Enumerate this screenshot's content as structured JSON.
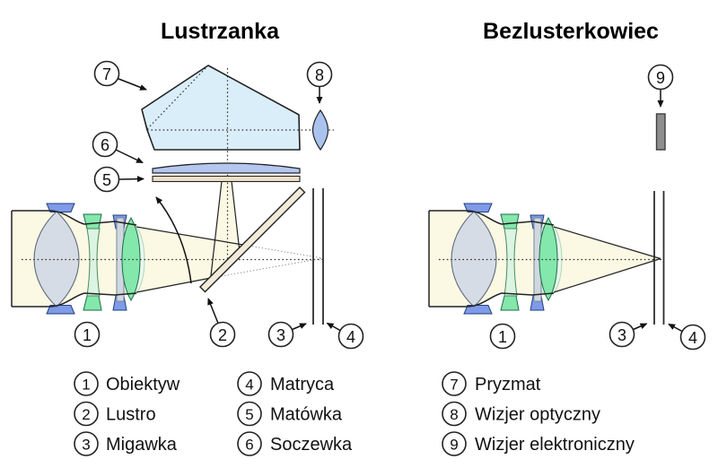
{
  "titles": {
    "left": "Lustrzanka",
    "right": "Bezlusterkowiec"
  },
  "callout_numbers": {
    "n1": "1",
    "n2": "2",
    "n3": "3",
    "n4": "4",
    "n5": "5",
    "n6": "6",
    "n7": "7",
    "n8": "8",
    "n9": "9"
  },
  "legend": {
    "items": [
      {
        "num": "1",
        "label": "Obiektyw"
      },
      {
        "num": "2",
        "label": "Lustro"
      },
      {
        "num": "3",
        "label": "Migawka"
      },
      {
        "num": "4",
        "label": "Matryca"
      },
      {
        "num": "5",
        "label": "Matówka"
      },
      {
        "num": "6",
        "label": "Soczewka"
      },
      {
        "num": "7",
        "label": "Pryzmat"
      },
      {
        "num": "8",
        "label": "Wizjer optyczny"
      },
      {
        "num": "9",
        "label": "Wizjer elektroniczny"
      }
    ]
  },
  "colors": {
    "body_cream": "#FBF8E3",
    "pentaprism_blue": "#D9EEF8",
    "condenser_blue": "#B5C7F0",
    "eyepiece_blue": "#AAC3EE",
    "screen_tan": "#F0DFC8",
    "mirror_tan": "#F3EAD9",
    "element_blue": "#7E9AE9",
    "element_green": "#84E7AB",
    "element_green_pale": "#DCF4E2",
    "front_lens_gray": "#D5DCE5",
    "evf_gray": "#8E8E8E",
    "outline": "#222222"
  }
}
